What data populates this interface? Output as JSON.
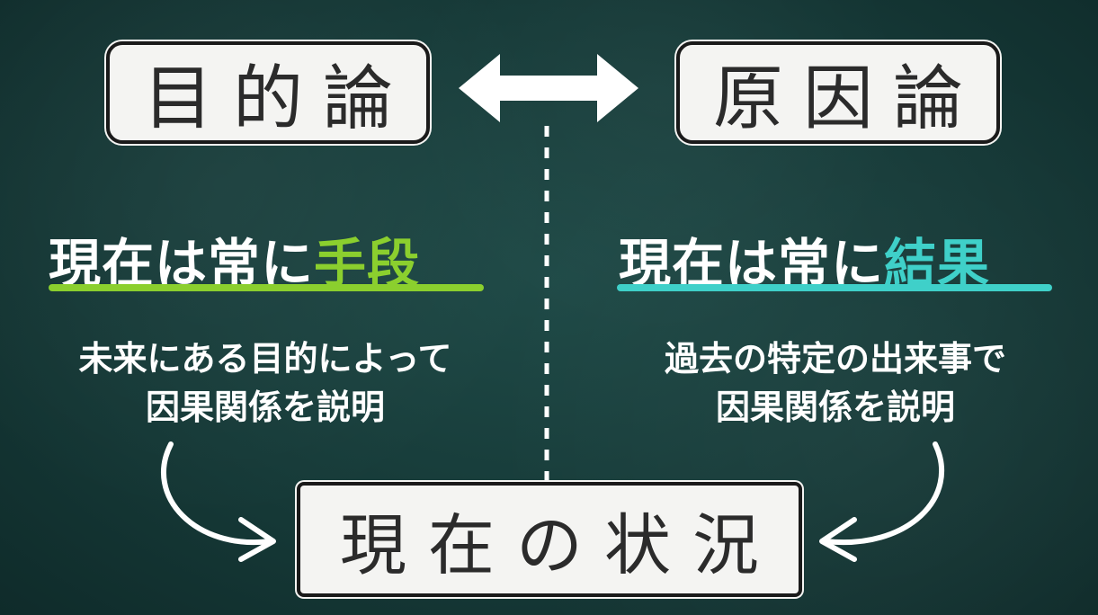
{
  "left": {
    "title": "目的論",
    "headline_prefix": "現在は常に",
    "headline_accent": "手段",
    "description_lines": [
      "未来にある目的によって",
      "因果関係を説明"
    ]
  },
  "right": {
    "title": "原因論",
    "headline_prefix": "現在は常に",
    "headline_accent": "結果",
    "description_lines": [
      "過去の特定の出来事で",
      "因果関係を説明"
    ]
  },
  "center": {
    "title": "現在の状況",
    "arrow_icon": "double-headed-arrow-icon"
  },
  "colors": {
    "background": "#163a38",
    "accent_left": "#8bcf2e",
    "accent_right": "#3fd0c9",
    "box_fill": "#f4f4f2",
    "box_border": "#1a1a1a"
  }
}
